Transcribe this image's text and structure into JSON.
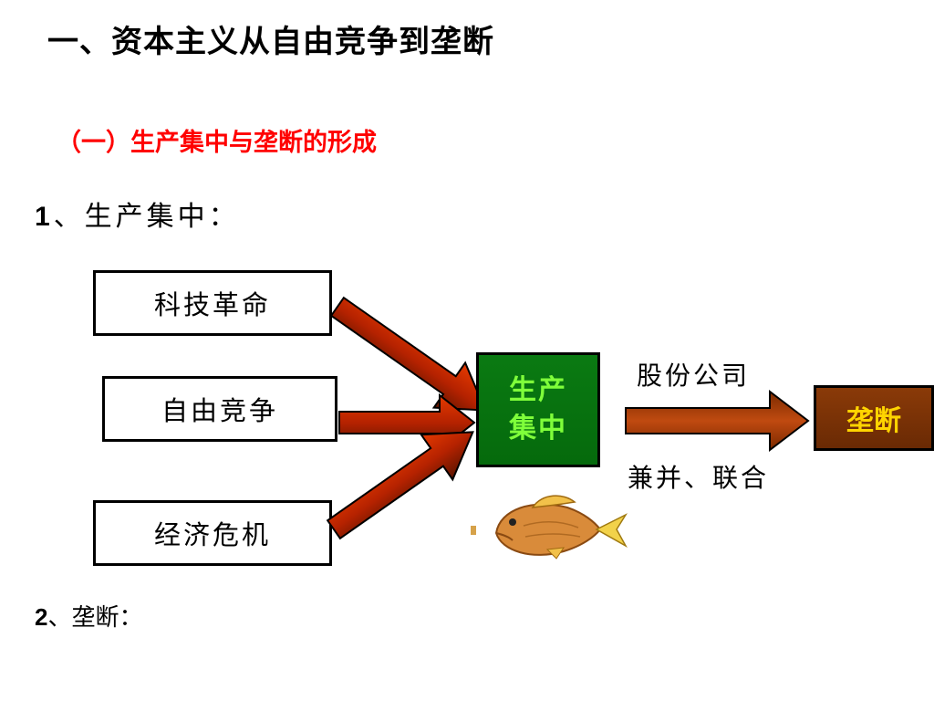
{
  "title": "一、资本主义从自由竞争到垄断",
  "subtitle": "（一）生产集中与垄断的形成",
  "point1": {
    "num": "1",
    "text": "、生产集中："
  },
  "point2": {
    "num": "2",
    "text": "、垄断："
  },
  "causes": [
    "科技革命",
    "自由竞争",
    "经济危机"
  ],
  "center": {
    "line1": "生产",
    "line2": "集中"
  },
  "result": "垄断",
  "arrow_label_top": "股份公司",
  "arrow_label_bottom": "兼并、联合",
  "colors": {
    "arrow_fill": "#cc2a00",
    "arrow_dark": "#6a1a00",
    "center_bg": "#0a7a12",
    "center_text": "#7fff3a",
    "result_bg": "#7a3206",
    "result_text": "#ffd400",
    "subtitle": "#ff0000"
  },
  "decor": {
    "fish": "fish-clipart"
  }
}
